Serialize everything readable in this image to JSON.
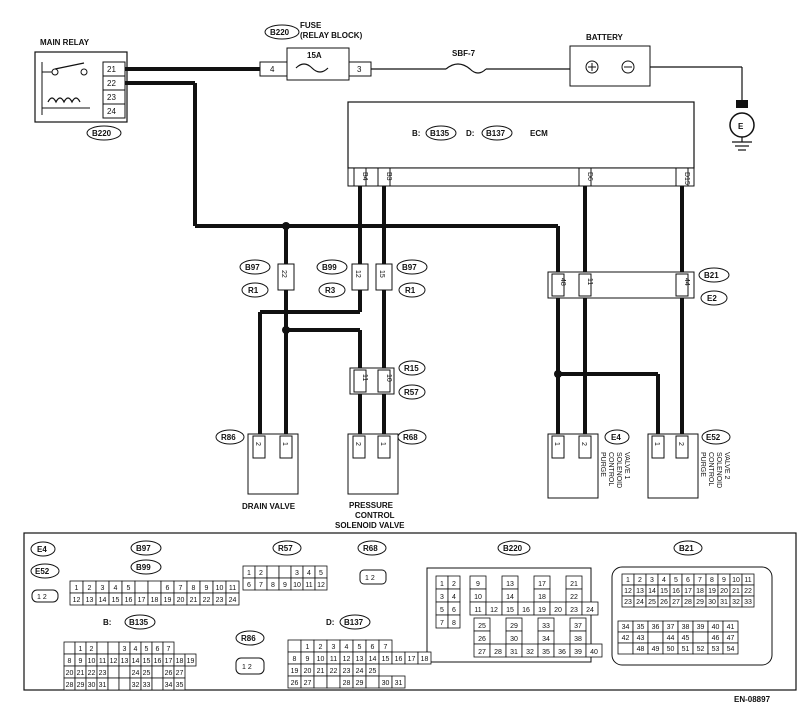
{
  "components": {
    "main_relay": {
      "label": "MAIN RELAY",
      "pins": [
        "21",
        "22",
        "23",
        "24"
      ],
      "connector": "B220"
    },
    "fuse": {
      "connector": "B220",
      "label_line1": "FUSE",
      "label_line2": "(RELAY BLOCK)",
      "rating": "15A",
      "pin_left": "4",
      "pin_right": "3"
    },
    "sbf": {
      "label": "SBF-7"
    },
    "battery": {
      "label": "BATTERY"
    },
    "ground": {
      "symbol": "E"
    },
    "ecm": {
      "label": "ECM",
      "b_prefix": "B:",
      "b_conn": "B135",
      "d_prefix": "D:",
      "d_conn": "B137",
      "pins": [
        "B4",
        "B3",
        "D6",
        "D15"
      ]
    },
    "joint_left": {
      "top": "B97",
      "bottom": "R1",
      "pin": "22"
    },
    "joint_mid": {
      "top": "B99",
      "bottom": "R3",
      "pin": "12"
    },
    "joint_right": {
      "top": "B97",
      "bottom": "R1",
      "pin": "15"
    },
    "joint_b21": {
      "top": "B21",
      "bottom": "E2",
      "pins": [
        "48",
        "11",
        "44"
      ]
    },
    "joint_r15": {
      "top": "R15",
      "bottom": "R57",
      "pins": [
        "11",
        "10"
      ]
    },
    "drain_valve": {
      "conn": "R86",
      "pins": [
        "2",
        "1"
      ],
      "label": "DRAIN VALVE"
    },
    "pressure_valve": {
      "conn": "R68",
      "pins": [
        "2",
        "1"
      ],
      "line1": "PRESSURE",
      "line2": "CONTROL",
      "line3": "SOLENOID VALVE"
    },
    "purge1": {
      "conn": "E4",
      "pins": [
        "1",
        "2"
      ],
      "line1": "PURGE",
      "line2": "CONTROL",
      "line3": "SOLENOID",
      "line4": "VALVE 1"
    },
    "purge2": {
      "conn": "E52",
      "pins": [
        "1",
        "2"
      ],
      "line1": "PURGE",
      "line2": "CONTROL",
      "line3": "SOLENOID",
      "line4": "VALVE 2"
    }
  },
  "legend": {
    "e4": "E4",
    "e52": "E52",
    "b97": "B97",
    "b99": "B99",
    "r57": "R57",
    "r68": "R68",
    "b220": "B220",
    "b21": "B21",
    "b135_prefix": "B:",
    "b135": "B135",
    "r86": "R86",
    "b137_prefix": "D:",
    "b137": "B137"
  },
  "doc_id": "EN-08897"
}
